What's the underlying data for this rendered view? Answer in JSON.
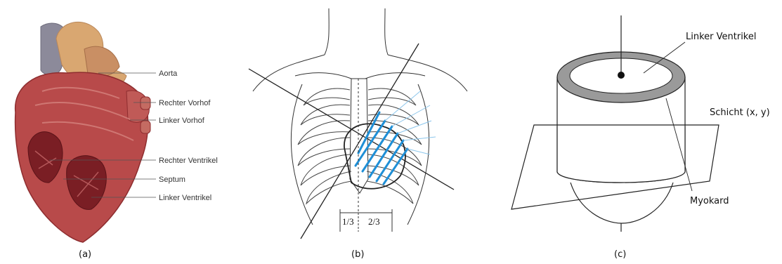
{
  "panel_a": {
    "labels": {
      "aorta": "Aorta",
      "right_atrium": "Rechter Vorhof",
      "left_atrium": "Linker Vorhof",
      "right_ventricle": "Rechter Ventrikel",
      "septum": "Septum",
      "left_ventricle": "Linker Ventrikel"
    },
    "caption": "(a)"
  },
  "panel_b": {
    "labels": {
      "one_third": "1/3",
      "two_thirds": "2/3"
    },
    "caption": "(b)"
  },
  "panel_c": {
    "labels": {
      "left_ventricle": "Linker Ventrikel",
      "slice": "Schicht (x, y)",
      "myocardium": "Myokard"
    },
    "caption": "(c)"
  },
  "colors": {
    "heart_red": "#b84a4a",
    "heart_dark": "#7a1e24",
    "aorta_tan": "#d9a771",
    "vein_gray": "#8c8a9a",
    "scan_blue": "#1f8fd6",
    "myocard_gray": "#9a9a9a"
  }
}
